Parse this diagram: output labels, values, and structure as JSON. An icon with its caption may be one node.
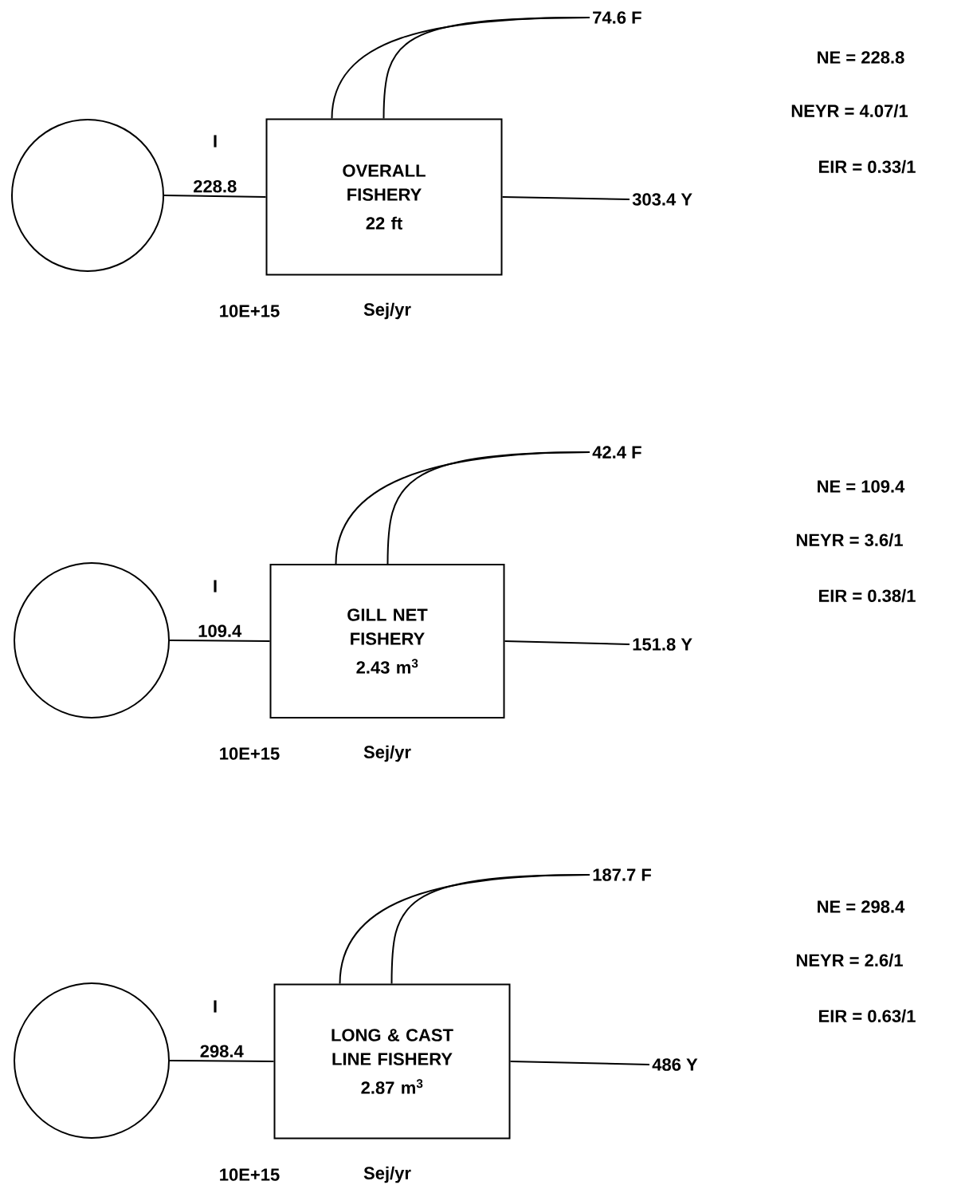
{
  "diagram": {
    "nodes": [
      {
        "text": [],
        "shape": "circle"
      },
      {
        "text": [
          "OVERALL FISHERY",
          "22 ft"
        ]
      },
      {
        "text": [
          "74.6 F"
        ]
      },
      {
        "text": [
          "303.4 Y"
        ]
      },
      {
        "text": [],
        "shape": "circle"
      },
      {
        "text": [
          "GILL NET FISHERY",
          "2.43 m$^{3}$"
        ]
      },
      {
        "text": [
          "42.4 F"
        ]
      },
      {
        "text": [
          "151.8 Y"
        ]
      },
      {
        "text": [],
        "shape": "circle"
      },
      {
        "text": [
          "LONG & CAST LINE FISHERY",
          "2.87 m$^{3}$"
        ]
      },
      {
        "text": [
          "187.7 F"
        ]
      },
      {
        "text": [
          "486 Y"
        ]
      }
    ],
    "edges": [
      {
        "from": 0,
        "to": 1,
        "arrow": "none",
        "label": "228.8"
      },
      {
        "from": 1,
        "to": 2,
        "arrow": "none"
      },
      {
        "from": 1,
        "to": 2,
        "arrow": "none"
      },
      {
        "from": 1,
        "to": 3,
        "arrow": "none"
      },
      {
        "from": 4,
        "to": 5,
        "arrow": "none",
        "label": "109.4"
      },
      {
        "from": 5,
        "to": 6,
        "arrow": "none"
      },
      {
        "from": 5,
        "to": 6,
        "arrow": "none"
      },
      {
        "from": 5,
        "to": 7,
        "arrow": "none"
      },
      {
        "from": 8,
        "to": 9,
        "arrow": "none",
        "label": "298.4"
      },
      {
        "from": 9,
        "to": 10,
        "arrow": "none"
      },
      {
        "from": 9,
        "to": 10,
        "arrow": "none"
      },
      {
        "from": 9,
        "to": 11,
        "arrow": "none"
      }
    ],
    "labels": [
      "NE = 228.8",
      "NEYR = 4.07/1",
      "EIR = 0.33/1",
      "I",
      "10E+15",
      "Sej/yr",
      "NE = 109.4",
      "NEYR = 3.6/1",
      "EIR = 0.38/1",
      "I",
      "10E+15",
      "Sej/yr",
      "NE = 298.4",
      "NEYR = 2.6/1",
      "EIR = 0.63/1",
      "I",
      "10E+15",
      "Sej/yr"
    ]
  }
}
